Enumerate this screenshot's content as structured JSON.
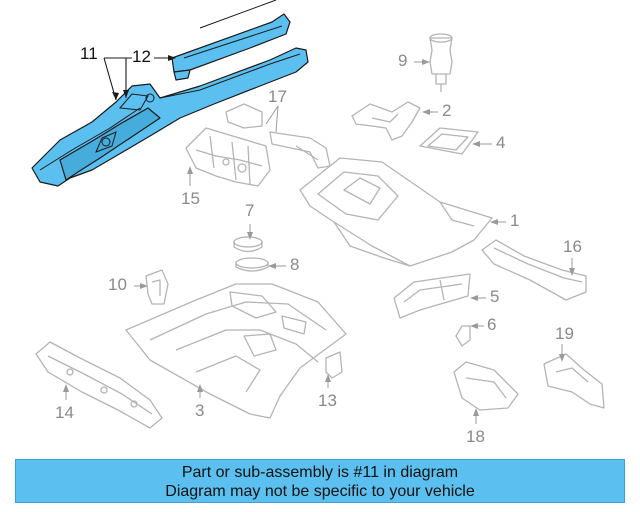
{
  "callouts": {
    "c1": "1",
    "c2": "2",
    "c3": "3",
    "c4": "4",
    "c5": "5",
    "c6": "6",
    "c7": "7",
    "c8": "8",
    "c9": "9",
    "c10": "10",
    "c11": "11",
    "c12": "12",
    "c13": "13",
    "c14": "14",
    "c15": "15",
    "c16": "16",
    "c17": "17",
    "c18": "18",
    "c19": "19"
  },
  "highlighted_part": "11",
  "colors": {
    "highlight_fill": "#5bc0f0",
    "highlight_stroke": "#1b1b1b",
    "part_stroke": "#b4b4b4",
    "callout_text": "#8a8a8a",
    "banner_background": "#5bc0f0"
  },
  "banner": {
    "line1": "Part or sub-assembly is #11 in diagram",
    "line2": "Diagram may not be specific to your vehicle"
  }
}
